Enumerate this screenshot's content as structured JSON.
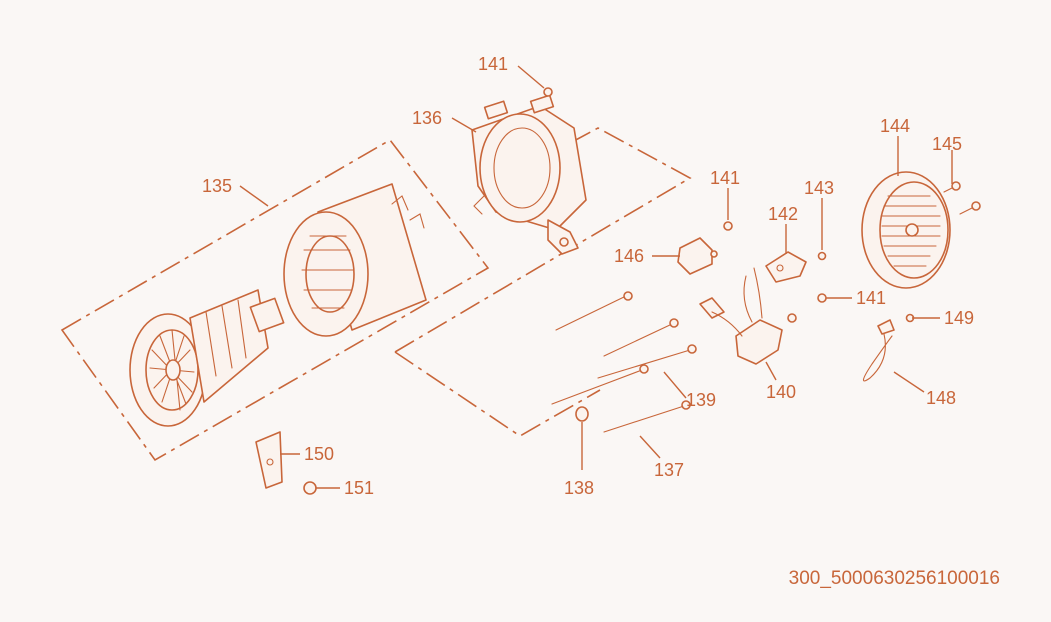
{
  "callouts": [
    {
      "id": "c141a",
      "label": "141"
    },
    {
      "id": "c136",
      "label": "136"
    },
    {
      "id": "c135",
      "label": "135"
    },
    {
      "id": "c141b",
      "label": "141"
    },
    {
      "id": "c144",
      "label": "144"
    },
    {
      "id": "c145",
      "label": "145"
    },
    {
      "id": "c143",
      "label": "143"
    },
    {
      "id": "c142",
      "label": "142"
    },
    {
      "id": "c146",
      "label": "146"
    },
    {
      "id": "c141c",
      "label": "141"
    },
    {
      "id": "c149",
      "label": "149"
    },
    {
      "id": "c139",
      "label": "139"
    },
    {
      "id": "c140",
      "label": "140"
    },
    {
      "id": "c148",
      "label": "148"
    },
    {
      "id": "c150",
      "label": "150"
    },
    {
      "id": "c151",
      "label": "151"
    },
    {
      "id": "c138",
      "label": "138"
    },
    {
      "id": "c137",
      "label": "137"
    }
  ],
  "footer": {
    "code": "300_5000630256100016"
  },
  "colors": {
    "line": "#c8663a",
    "background": "#faf7f5"
  }
}
